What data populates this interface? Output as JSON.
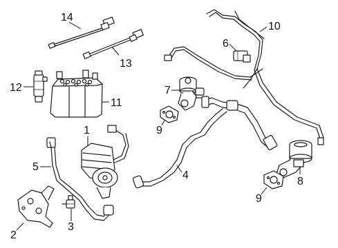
{
  "diagram": {
    "callouts": {
      "c1": "1",
      "c2": "2",
      "c3": "3",
      "c4": "4",
      "c5": "5",
      "c6": "6",
      "c7": "7",
      "c8": "8",
      "c9a": "9",
      "c9b": "9",
      "c10": "10",
      "c11": "11",
      "c12": "12",
      "c13": "13",
      "c14": "14"
    }
  }
}
